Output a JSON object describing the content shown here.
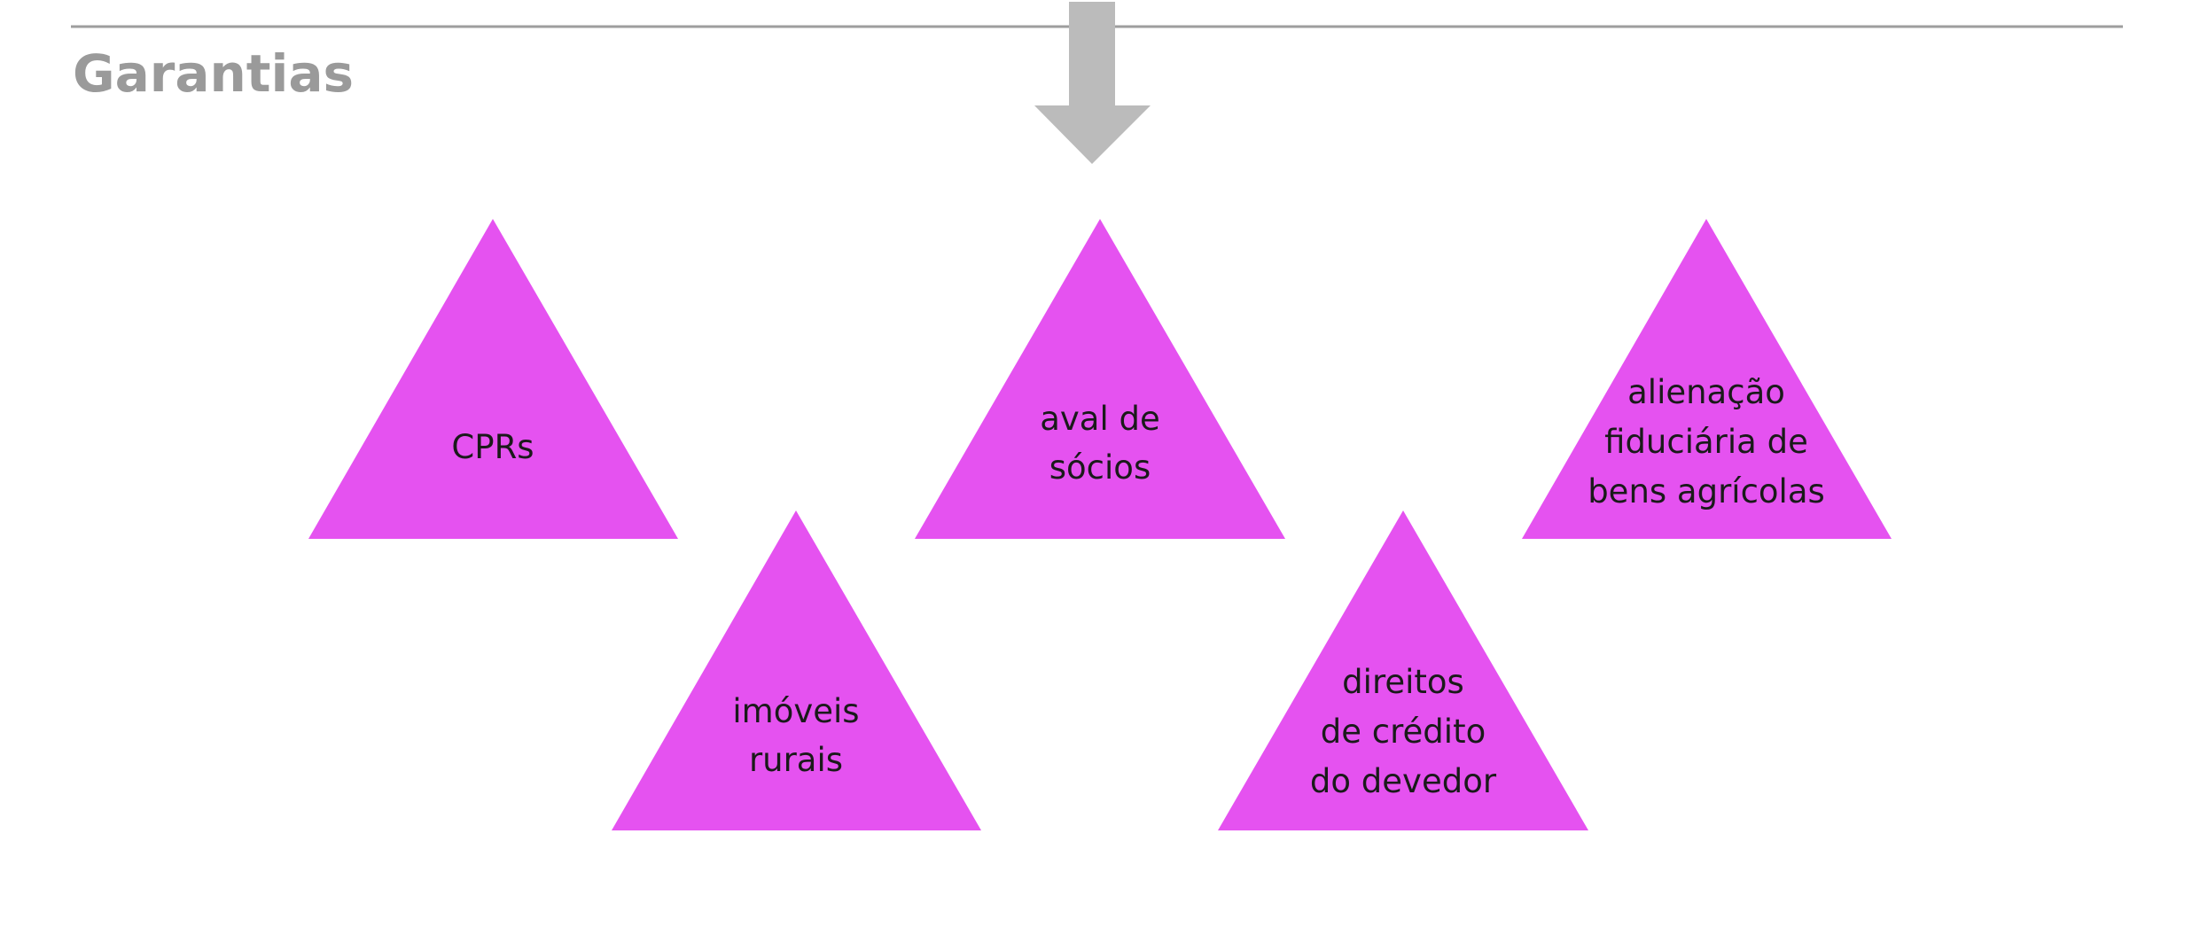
{
  "title": "Garantias",
  "colors": {
    "triangle": "#E552F0",
    "arrow": "#BBBBBB",
    "rule": "#9E9E9E",
    "title": "#9A9A9A"
  },
  "items": [
    {
      "lines": [
        "CPRs"
      ]
    },
    {
      "lines": [
        "imóveis",
        "rurais"
      ]
    },
    {
      "lines": [
        "aval de",
        "sócios"
      ]
    },
    {
      "lines": [
        "direitos",
        "de crédito",
        "do devedor"
      ]
    },
    {
      "lines": [
        "alienação",
        "fiduciária de",
        "bens agrícolas"
      ]
    }
  ]
}
